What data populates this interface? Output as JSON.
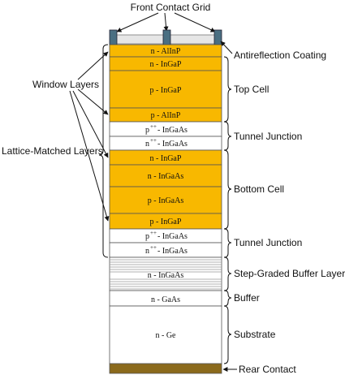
{
  "title": "Front Contact Grid",
  "layers": {
    "n_AlInP": "n - AlInP",
    "n_InGaP_top": "n - InGaP",
    "p_InGaP_top": "p - InGaP",
    "p_AlInP": "p - AlInP",
    "tj1_pp": {
      "sup": "++",
      "text": "- InGaAs",
      "prefix": "p"
    },
    "tj1_nn": {
      "sup": "++",
      "text": "- InGaAs",
      "prefix": "n"
    },
    "n_InGaP_bot": "n - InGaP",
    "n_InGaAs": "n - InGaAs",
    "p_InGaAs": "p - InGaAs",
    "p_InGaP_bot": "p - InGaP",
    "tj2_pp": {
      "sup": "++",
      "text": "- InGaAs",
      "prefix": "p"
    },
    "tj2_nn": {
      "sup": "++",
      "text": "- InGaAs",
      "prefix": "n"
    },
    "buffer_graded": "n - InGaAs",
    "n_GaAs": "n - GaAs",
    "n_Ge": "n - Ge"
  },
  "right_labels": {
    "antireflection": "Antireflection Coating",
    "top_cell": "Top Cell",
    "tunnel1": "Tunnel Junction",
    "bottom_cell": "Bottom Cell",
    "tunnel2": "Tunnel Junction",
    "step_graded": "Step-Graded Buffer Layers",
    "buffer": "Buffer",
    "substrate": "Substrate",
    "rear_contact": "Rear Contact"
  },
  "left_labels": {
    "window": "Window Layers",
    "lattice": "Lattice-Matched Layers"
  },
  "colors": {
    "gold": "#f8b800",
    "contact": "#4a6f82",
    "rear": "#8b6a1c",
    "coating": "#e6e6e6"
  }
}
